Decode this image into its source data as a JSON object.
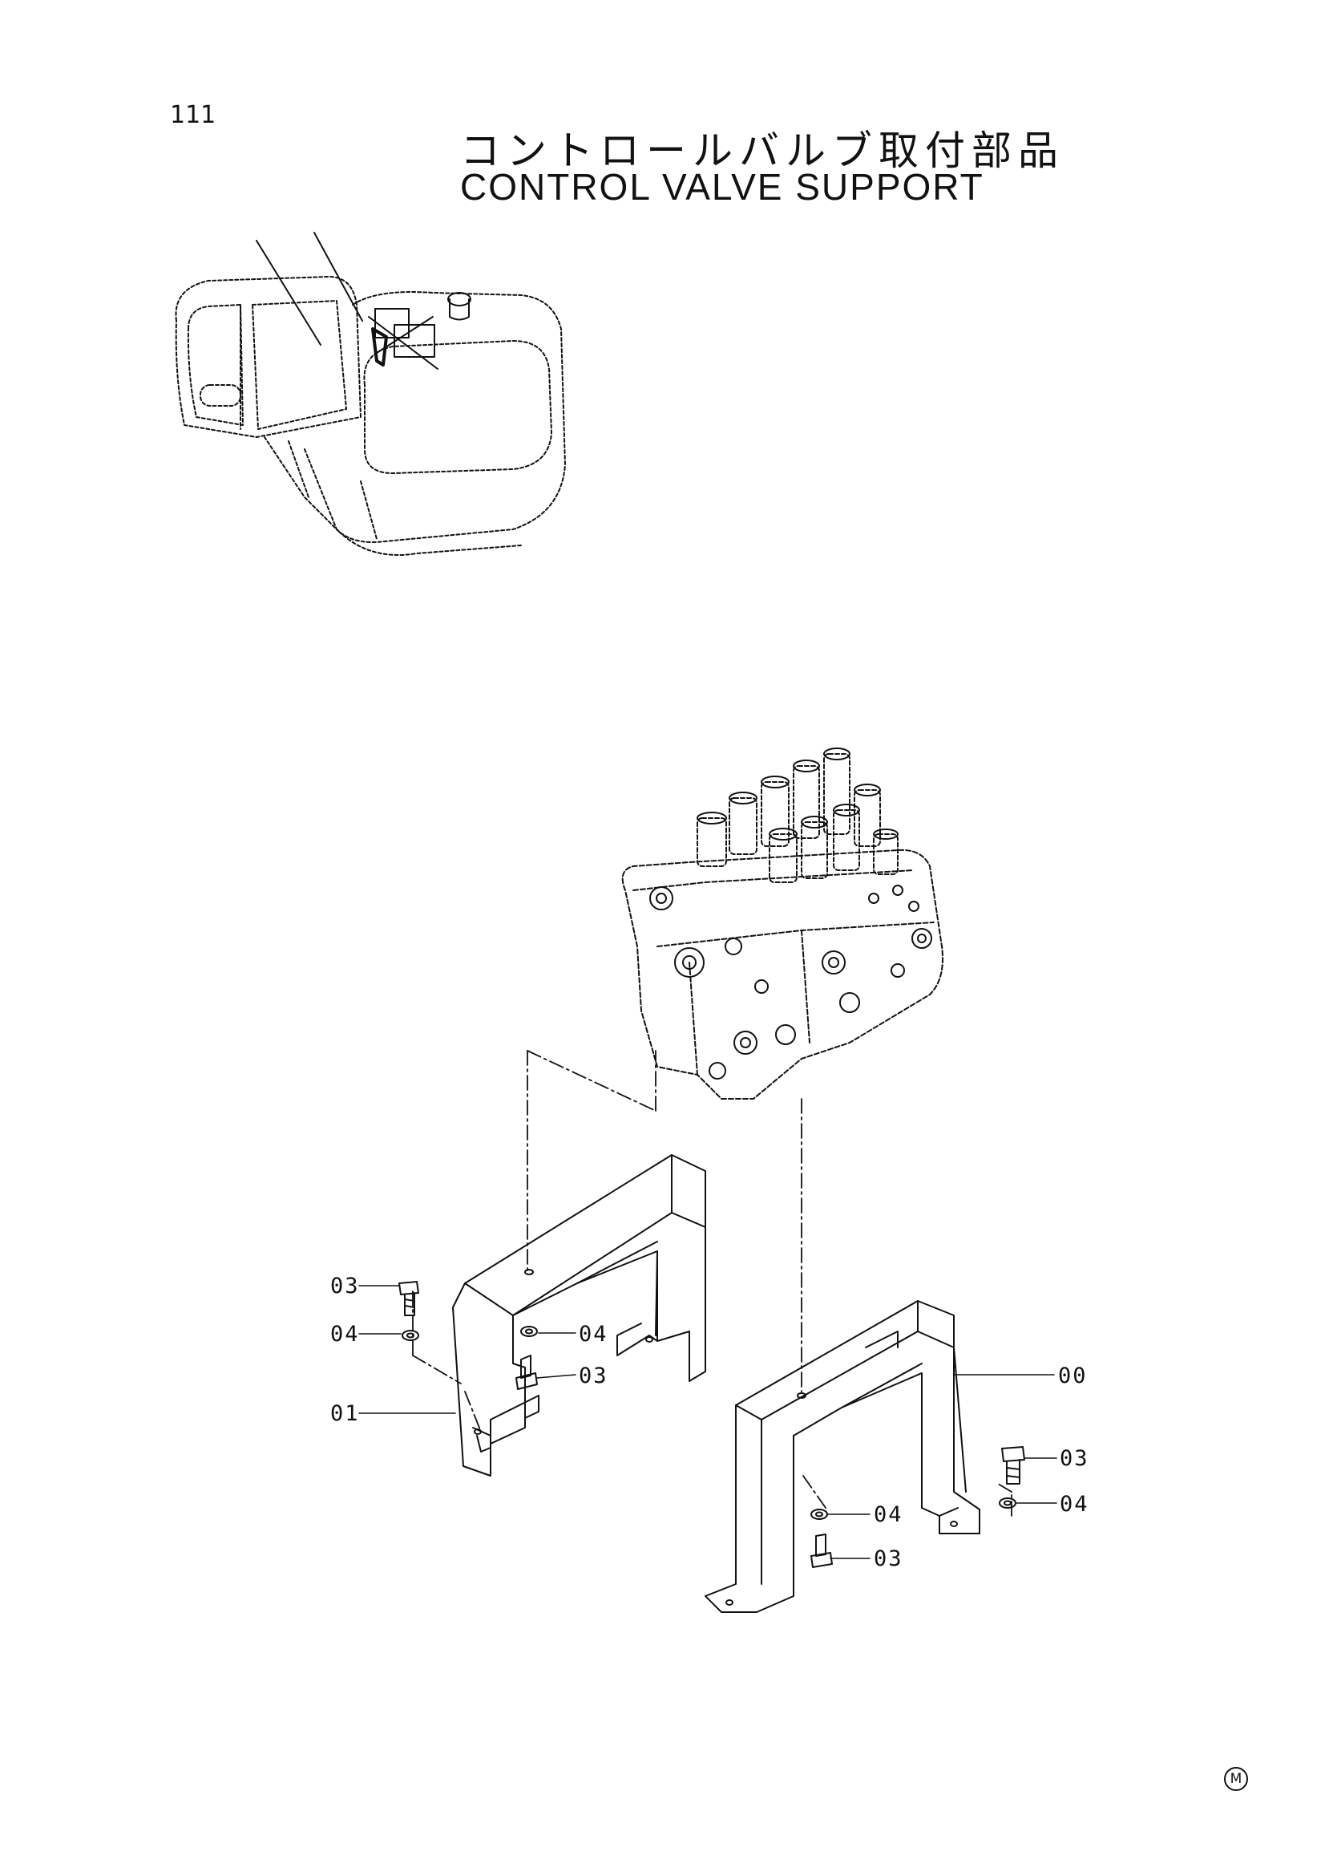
{
  "page": {
    "number": "111",
    "mark": "M"
  },
  "title": {
    "japanese": "コントロールバルブ取付部品",
    "english": "CONTROL VALVE SUPPORT"
  },
  "callouts": {
    "c1": "03",
    "c2": "04",
    "c3": "04",
    "c4": "03",
    "c5": "01",
    "c6": "00",
    "c7": "03",
    "c8": "04",
    "c9": "04",
    "c10": "03"
  },
  "colors": {
    "ink": "#111111",
    "paper": "#ffffff"
  }
}
